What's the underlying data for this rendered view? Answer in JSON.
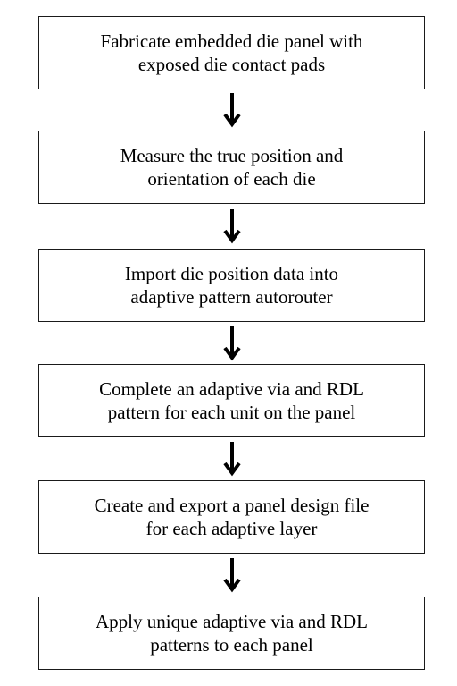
{
  "flowchart": {
    "steps": [
      {
        "line1": "Fabricate embedded die panel with",
        "line2": "exposed die contact pads"
      },
      {
        "line1": "Measure the true position and",
        "line2": "orientation of each die"
      },
      {
        "line1": "Import die position data into",
        "line2": "adaptive pattern autorouter"
      },
      {
        "line1": "Complete an adaptive via and RDL",
        "line2": "pattern for each unit on the panel"
      },
      {
        "line1": "Create and export a panel design file",
        "line2": "for each adaptive layer"
      },
      {
        "line1": "Apply unique adaptive via and RDL",
        "line2": "patterns to each panel"
      }
    ],
    "colors": {
      "border": "#1a1a1a",
      "arrow": "#000000",
      "background": "#ffffff"
    }
  }
}
